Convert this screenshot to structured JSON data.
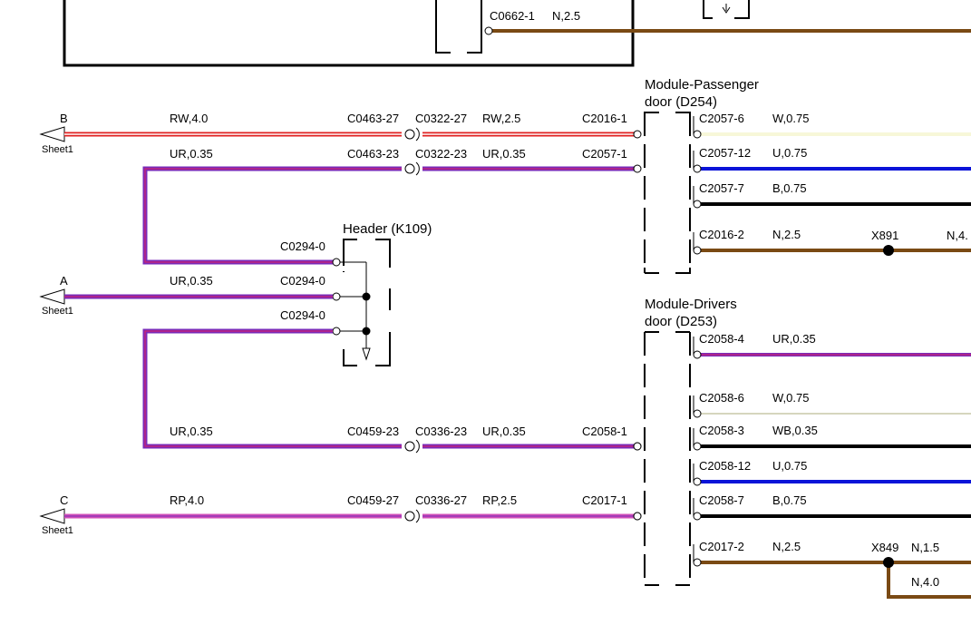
{
  "modules": {
    "passenger": {
      "title_line1": "Module-Passenger",
      "title_line2": "door (D254)"
    },
    "drivers": {
      "title_line1": "Module-Drivers",
      "title_line2": "door (D253)"
    },
    "header": {
      "title": "Header (K109)"
    }
  },
  "sheet_refs": {
    "b": {
      "letter": "B",
      "sheet": "Sheet1"
    },
    "a": {
      "letter": "A",
      "sheet": "Sheet1"
    },
    "c": {
      "letter": "C",
      "sheet": "Sheet1"
    }
  },
  "top": {
    "conn": "C0662-1",
    "wire": "N,2.5"
  },
  "left_wires": {
    "rw40": "RW,4.0",
    "ur035_1": "UR,0.35",
    "ur035_2": "UR,0.35",
    "ur035_3": "UR,0.35",
    "rp40": "RP,4.0"
  },
  "inline": {
    "c0463_27": "C0463-27",
    "c0322_27": "C0322-27",
    "rw25": "RW,2.5",
    "c0463_23": "C0463-23",
    "c0322_23": "C0322-23",
    "ur035_a": "UR,0.35",
    "c0459_23": "C0459-23",
    "c0336_23": "C0336-23",
    "ur035_b": "UR,0.35",
    "c0459_27": "C0459-27",
    "c0336_27": "C0336-27",
    "rp25": "RP,2.5"
  },
  "header_pins": {
    "p1": "C0294-0",
    "p2": "C0294-0",
    "p3": "C0294-0"
  },
  "module_inputs": {
    "c2016_1": "C2016-1",
    "c2057_1": "C2057-1",
    "c2058_1": "C2058-1",
    "c2017_1": "C2017-1"
  },
  "passenger_outputs": [
    {
      "conn": "C2057-6",
      "wire": "W,0.75",
      "color": "#f7f7d8"
    },
    {
      "conn": "C2057-12",
      "wire": "U,0.75",
      "color": "#0a14d8"
    },
    {
      "conn": "C2057-7",
      "wire": "B,0.75",
      "color": "#000000"
    },
    {
      "conn": "C2016-2",
      "wire": "N,2.5",
      "color": "#7a4a14"
    }
  ],
  "drivers_outputs": [
    {
      "conn": "C2058-4",
      "wire": "UR,0.35",
      "color": "#7a2ab8"
    },
    {
      "conn": "C2058-6",
      "wire": "W,0.75",
      "color": "#c8c8a8"
    },
    {
      "conn": "C2058-3",
      "wire": "WB,0.35",
      "color": "#000000"
    },
    {
      "conn": "C2058-12",
      "wire": "U,0.75",
      "color": "#0a14d8"
    },
    {
      "conn": "C2058-7",
      "wire": "B,0.75",
      "color": "#000000"
    },
    {
      "conn": "C2017-2",
      "wire": "N,2.5",
      "color": "#7a4a14"
    }
  ],
  "splices": {
    "x891": "X891",
    "x891_wire": "N,4.",
    "x849": "X849",
    "x849_wire": "N,1.5",
    "x849_down": "N,4.0"
  },
  "colors": {
    "brown": "#7a4a14",
    "purple": "#7a2ab8",
    "red": "#e02020",
    "pink": "#d050b8",
    "blue": "#0a14d8"
  }
}
